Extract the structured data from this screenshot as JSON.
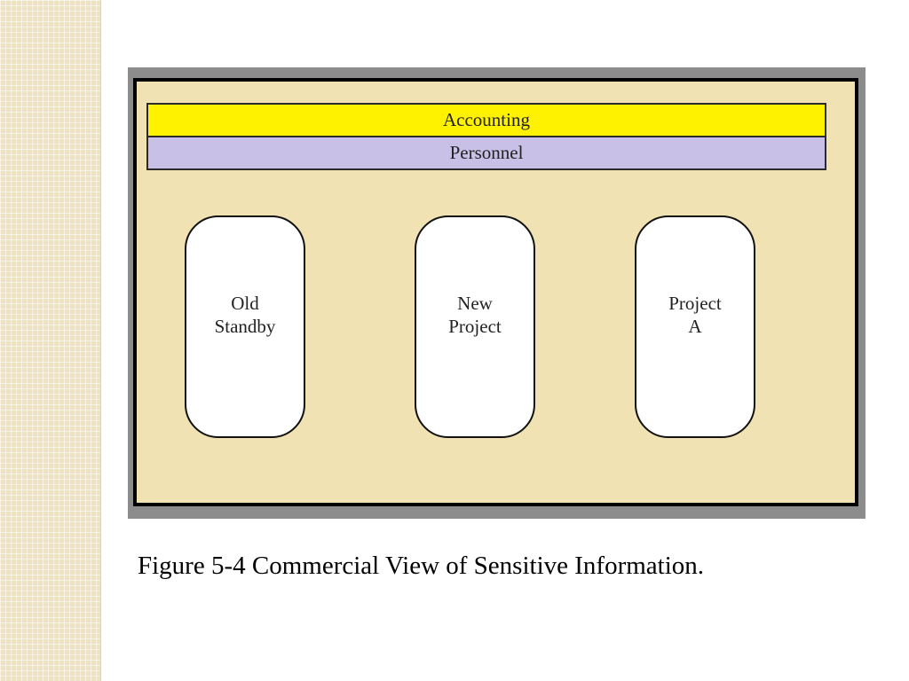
{
  "diagram": {
    "bands": [
      {
        "label": "Accounting",
        "color": "#fff200"
      },
      {
        "label": "Personnel",
        "color": "#c8c0e6"
      }
    ],
    "projects": [
      {
        "label": "Old\nStandby"
      },
      {
        "label": "New\nProject"
      },
      {
        "label": "Project\nA"
      }
    ],
    "caption": "Figure 5-4  Commercial View of Sensitive Information."
  }
}
